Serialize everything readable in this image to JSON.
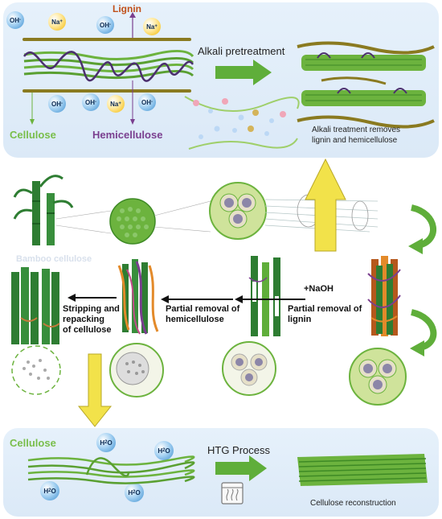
{
  "top_panel": {
    "lignin": "Lignin",
    "cellulose": "Cellulose",
    "hemicellulose": "Hemicellulose",
    "process": "Alkali pretreatment",
    "caption_line1": "Alkali treatment removes",
    "caption_line2": "lignin and hemicellulose",
    "ion_oh": "OH",
    "ion_na": "Na",
    "plus": "+",
    "minus": "-"
  },
  "middle": {
    "faded_label": "Bamboo cellulose",
    "naoh": "+NaOH",
    "step_lignin_line1": "Partial removal of",
    "step_lignin_line2": "lignin",
    "step_hemi_line1": "Partial removal of",
    "step_hemi_line2": "hemicellulose",
    "step_strip_line1": "Stripping and",
    "step_strip_line2": "repacking",
    "step_strip_line3": "of cellulose"
  },
  "bottom_panel": {
    "cellulose": "Cellulose",
    "process": "HTG Process",
    "result": "Cellulose reconstruction",
    "h2o": "H",
    "h2o_sub": "2",
    "h2o_o": "O"
  },
  "colors": {
    "cellulose_green": "#6cb33e",
    "hemicellulose_purple": "#7a3f8f",
    "lignin_brown": "#b5581c",
    "arrow_green": "#5fae3a",
    "arrow_yellow": "#f2e24a",
    "panel_blue": "#dde9f6"
  }
}
